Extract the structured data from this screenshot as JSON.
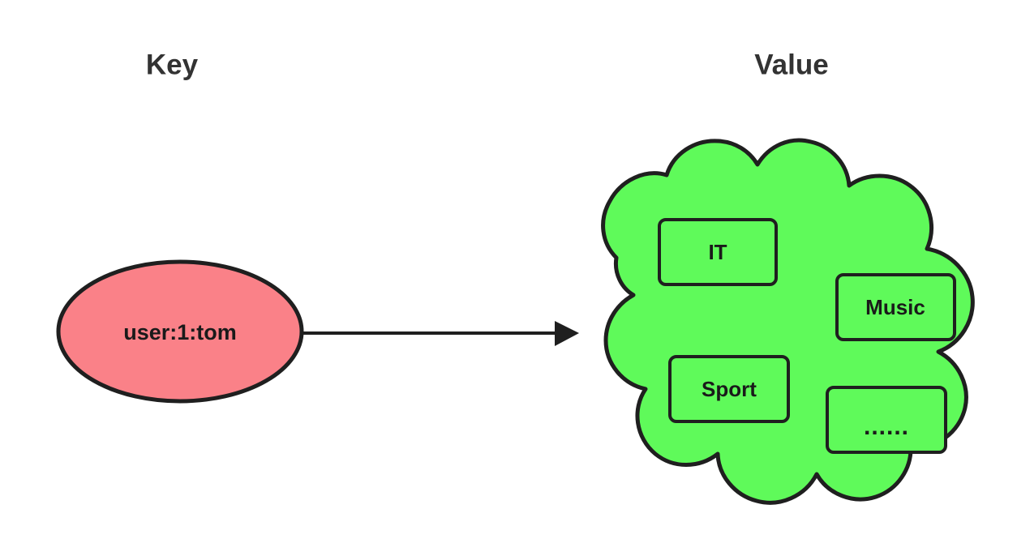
{
  "diagram": {
    "title_columns": [
      {
        "label": "Key"
      },
      {
        "label": "Value"
      }
    ],
    "key_node": {
      "label": "user:1:tom",
      "shape": "ellipse",
      "fill": "#FA8188",
      "stroke": "#1f1f1f"
    },
    "connector": {
      "type": "arrow",
      "direction": "left-to-right",
      "color": "#1f1f1f"
    },
    "value_node": {
      "shape": "cloud",
      "fill": "#5FFA5A",
      "stroke": "#1f1f1f",
      "items": [
        {
          "label": "IT"
        },
        {
          "label": "Music"
        },
        {
          "label": "Sport"
        },
        {
          "label": "......"
        }
      ]
    },
    "background": "#ffffff"
  }
}
